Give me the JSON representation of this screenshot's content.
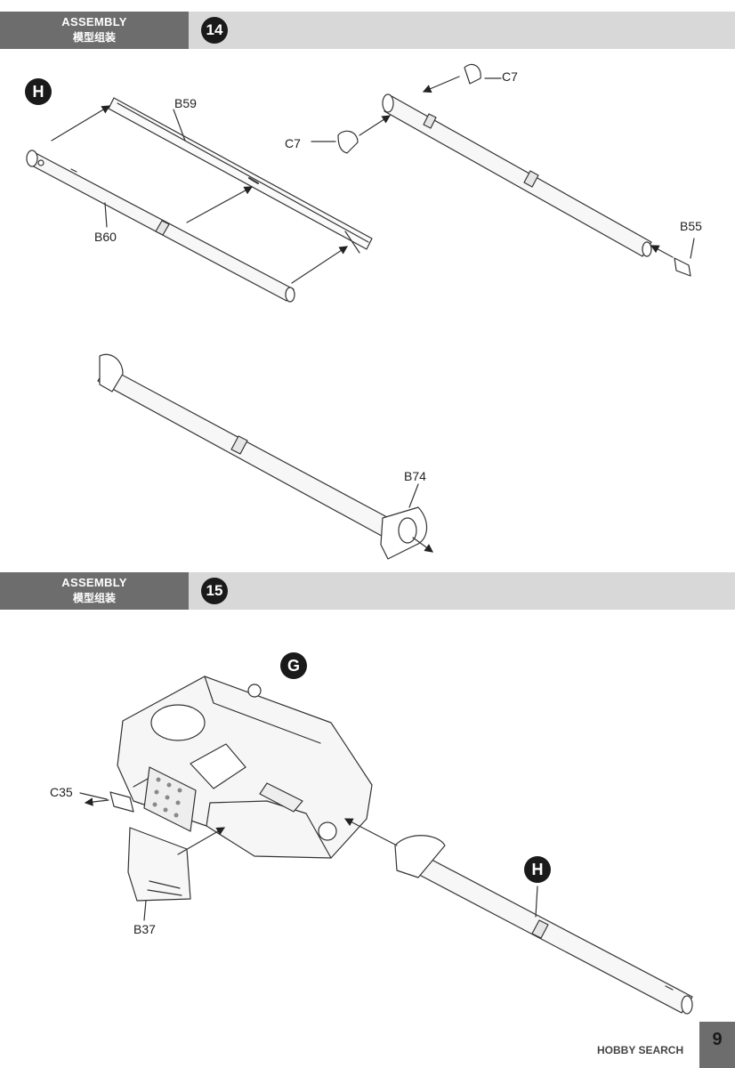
{
  "steps": [
    {
      "header_title": "ASSEMBLY",
      "header_subtitle": "模型组装",
      "number": "14"
    },
    {
      "header_title": "ASSEMBLY",
      "header_subtitle": "模型组装",
      "number": "15"
    }
  ],
  "markers": {
    "h_top": "H",
    "g": "G",
    "h_bottom": "H"
  },
  "callouts": {
    "b59": "B59",
    "b60": "B60",
    "c7_right": "C7",
    "c7_left": "C7",
    "b55": "B55",
    "b74": "B74",
    "c35": "C35",
    "b37": "B37"
  },
  "page_number": "9",
  "watermark": "HOBBY SEARCH"
}
